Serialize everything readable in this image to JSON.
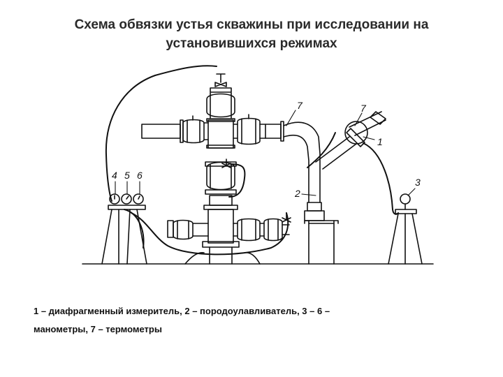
{
  "title": {
    "line1": "Схема обвязки устья скважины при исследовании на",
    "line2": "установившихся режимах"
  },
  "labels": {
    "n1": "1",
    "n2": "2",
    "n3": "3",
    "n4": "4",
    "n5": "5",
    "n6": "6",
    "n7a": "7",
    "n7b": "7"
  },
  "caption": {
    "line1": "1 – диафрагменный измеритель, 2 – породоулавливатель, 3 – 6 –",
    "line2": "манометры,  7 – термометры"
  }
}
